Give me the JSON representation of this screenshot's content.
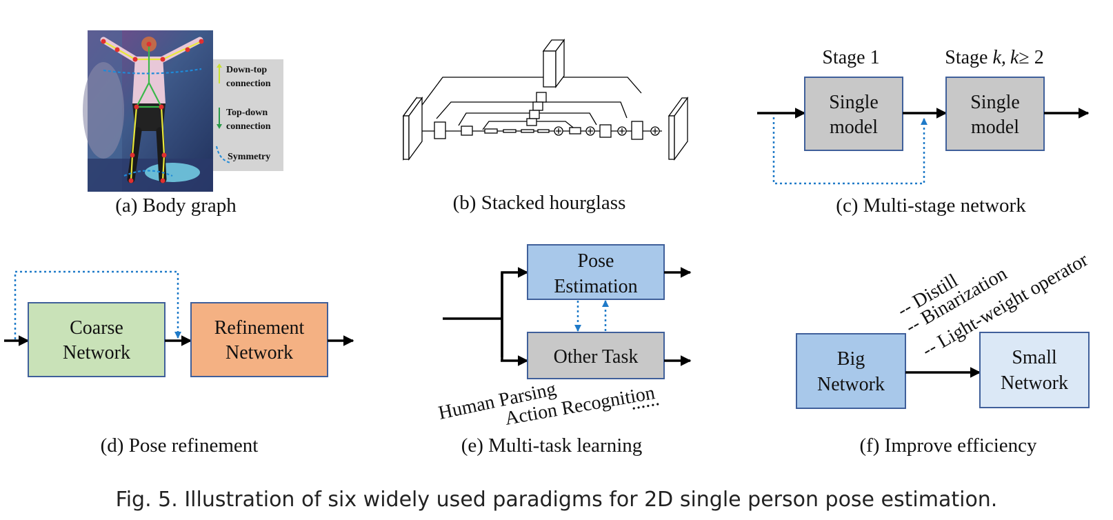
{
  "colors": {
    "blue_box": "#a8c8ea",
    "light_blue_box": "#dbe8f6",
    "green_box": "#c9e2b8",
    "orange_box": "#f4b183",
    "gray_box": "#c8c8c8",
    "box_border": "#3f5f9a",
    "dotted_arrow": "#1f7ac8",
    "legend_panel": "#d4d4d4"
  },
  "panel_a": {
    "caption": "(a) Body graph",
    "legend": {
      "down_top_l1": "Down-top",
      "down_top_l2": "connection",
      "top_down_l1": "Top-down",
      "top_down_l2": "connection",
      "symmetry": "Symmetry"
    }
  },
  "panel_b": {
    "caption": "(b) Stacked hourglass"
  },
  "panel_c": {
    "caption": "(c) Multi-stage network",
    "stage1_label": "Stage 1",
    "stagek_label_a": "Stage ",
    "stagek_label_k1": "k,",
    "stagek_label_k2": "k",
    "stagek_label_b": "≥ 2",
    "box1_l1": "Single",
    "box1_l2": "model",
    "box2_l1": "Single",
    "box2_l2": "model"
  },
  "panel_d": {
    "caption": "(d) Pose refinement",
    "coarse_l1": "Coarse",
    "coarse_l2": "Network",
    "refine_l1": "Refinement",
    "refine_l2": "Network"
  },
  "panel_e": {
    "caption": "(e) Multi-task learning",
    "pose_l1": "Pose",
    "pose_l2": "Estimation",
    "other_task": "Other Task",
    "task1": "Human Parsing",
    "task2": "Action Recognition",
    "ellipsis": "......"
  },
  "panel_f": {
    "caption": "(f) Improve efficiency",
    "big_l1": "Big",
    "big_l2": "Network",
    "small_l1": "Small",
    "small_l2": "Network",
    "method1": "-- Distill",
    "method2": "-- Binarization",
    "method3": "-- Light-weight operator"
  },
  "figure_caption": "Fig. 5.  Illustration of six widely used paradigms for 2D single person pose estimation."
}
